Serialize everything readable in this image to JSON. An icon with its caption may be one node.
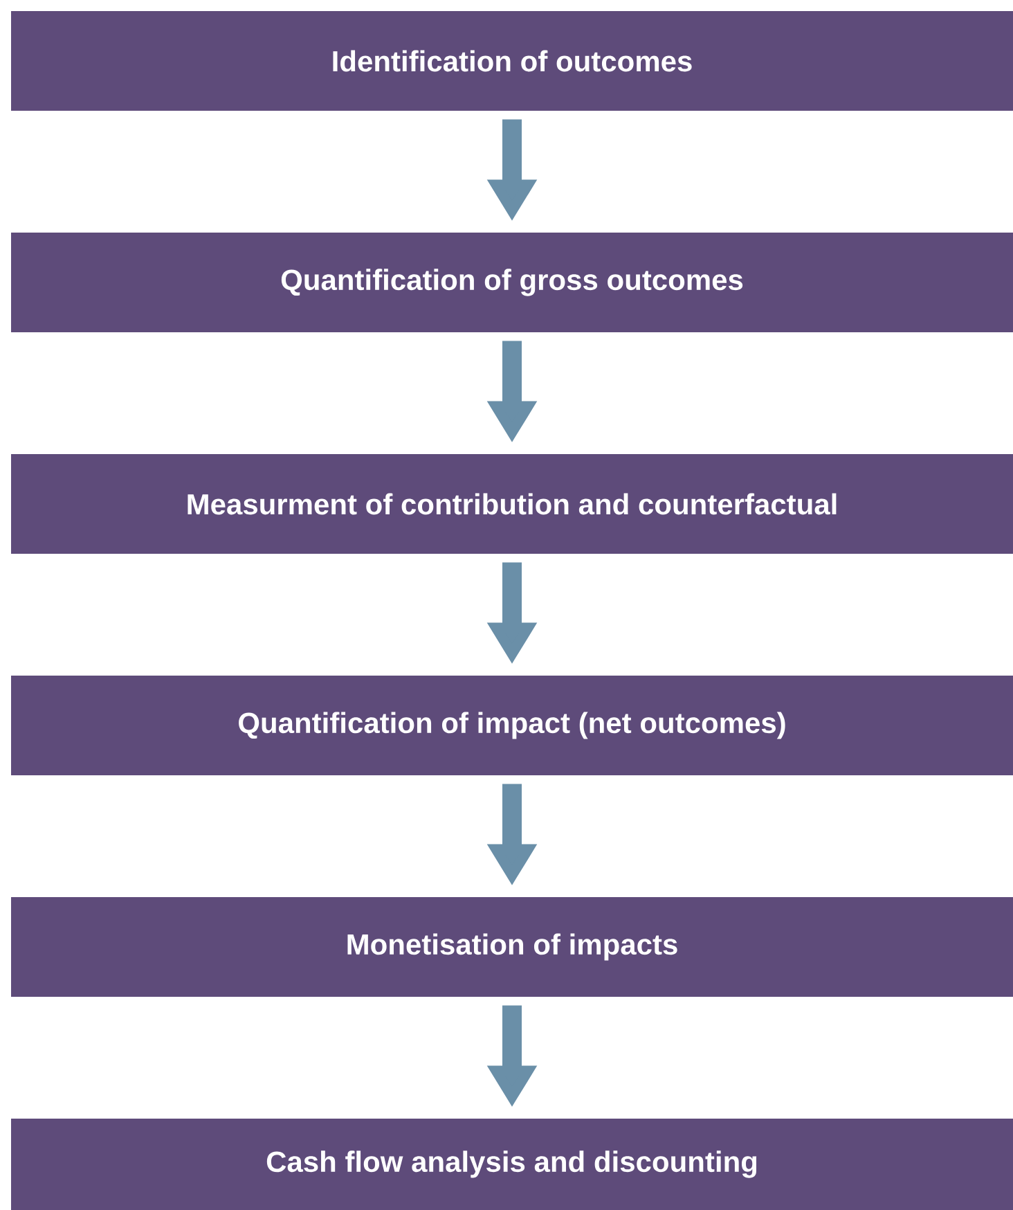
{
  "diagram": {
    "nodes": [
      {
        "text": [
          "Identification of outcomes"
        ]
      },
      {
        "text": [
          "Quantification of gross outcomes"
        ]
      },
      {
        "text": [
          "Measurment of contribution and counterfactual"
        ]
      },
      {
        "text": [
          "Quantification of impact (net outcomes)"
        ]
      },
      {
        "text": [
          "Monetisation of impacts"
        ]
      },
      {
        "text": [
          "Cash flow analysis and discounting"
        ]
      }
    ],
    "edges": [
      {
        "from": 0,
        "to": 1,
        "arrow": "to"
      },
      {
        "from": 1,
        "to": 2,
        "arrow": "to"
      },
      {
        "from": 2,
        "to": 3,
        "arrow": "to"
      },
      {
        "from": 3,
        "to": 4,
        "arrow": "to"
      },
      {
        "from": 4,
        "to": 5,
        "arrow": "to"
      }
    ]
  }
}
